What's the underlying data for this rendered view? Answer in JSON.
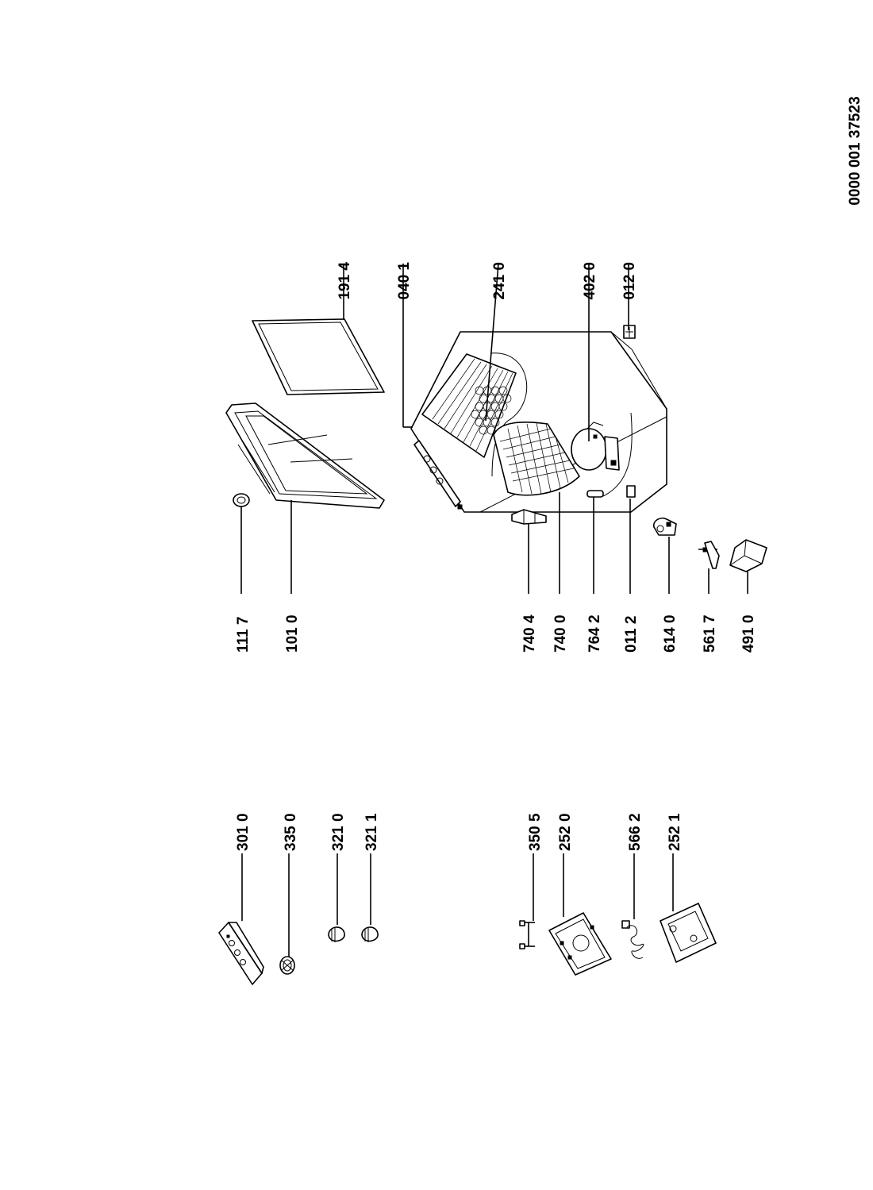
{
  "document_id": "0000 001 37523",
  "callouts": {
    "c1117": "111 7",
    "c1010": "101 0",
    "c1914": "191 4",
    "c0401": "040 1",
    "c2410": "241 0",
    "c4020": "402 0",
    "c0120": "012 0",
    "c7404": "740 4",
    "c7400": "740 0",
    "c7642": "764 2",
    "c0112": "011 2",
    "c6140": "614 0",
    "c5617": "561 7",
    "c4910": "491 0",
    "c3010": "301 0",
    "c3350": "335 0",
    "c3210": "321 0",
    "c3211": "321 1",
    "c3505": "350 5",
    "c2520": "252 0",
    "c5662": "566 2",
    "c2521": "252 1"
  }
}
